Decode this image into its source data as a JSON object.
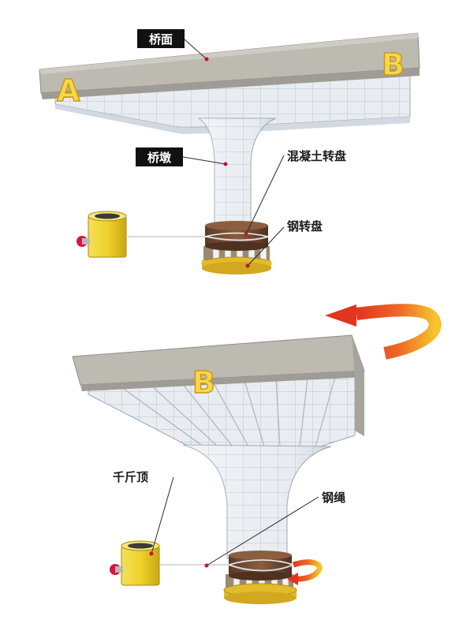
{
  "labels": {
    "deck": "桥面",
    "pier": "桥墩",
    "concrete_turntable": "混凝土转盘",
    "steel_turntable": "钢转盘",
    "jack": "千斤顶",
    "steel_cable": "钢绳"
  },
  "markers": {
    "a_top": "A",
    "b_top": "B",
    "b_bottom": "B"
  },
  "colors": {
    "deck_top": "#bdbab2",
    "deck_side": "#9f9c95",
    "grid_block": "#e9edf2",
    "grid_line": "#b8c2cc",
    "letter_fill": "#f7d84a",
    "letter_stroke": "#c99a12",
    "turntable_brown": "#6e4a32",
    "turntable_gold": "#e2bb2c",
    "jack_yellow": "#f0d22a",
    "jack_red": "#d8163a",
    "arrow_red": "#e2341f",
    "arrow_yellow": "#f6c52c"
  }
}
